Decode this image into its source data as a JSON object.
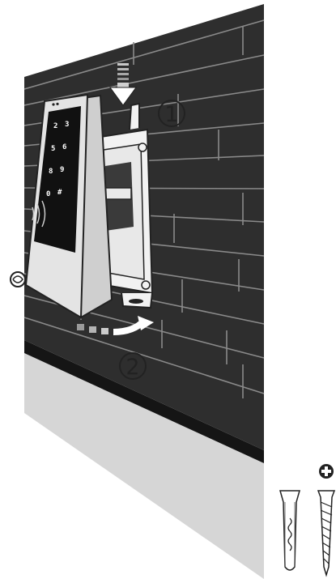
{
  "illustration": {
    "steps": [
      {
        "number": "1",
        "action": "slide-down"
      },
      {
        "number": "2",
        "action": "rotate-in"
      }
    ],
    "keypad_keys": [
      [
        "2",
        "3"
      ],
      [
        "5",
        "6"
      ],
      [
        "8",
        "9"
      ],
      [
        "0",
        "#"
      ]
    ],
    "hardware": [
      "wall-plug-anchor",
      "phillips-screw"
    ],
    "colors": {
      "wall": "#2e2e2e",
      "mortar": "#8a8a8a",
      "floor": "#d6d6d6",
      "device": "#e4e4e4",
      "keypad": "#111111",
      "outline": "#222222"
    }
  }
}
